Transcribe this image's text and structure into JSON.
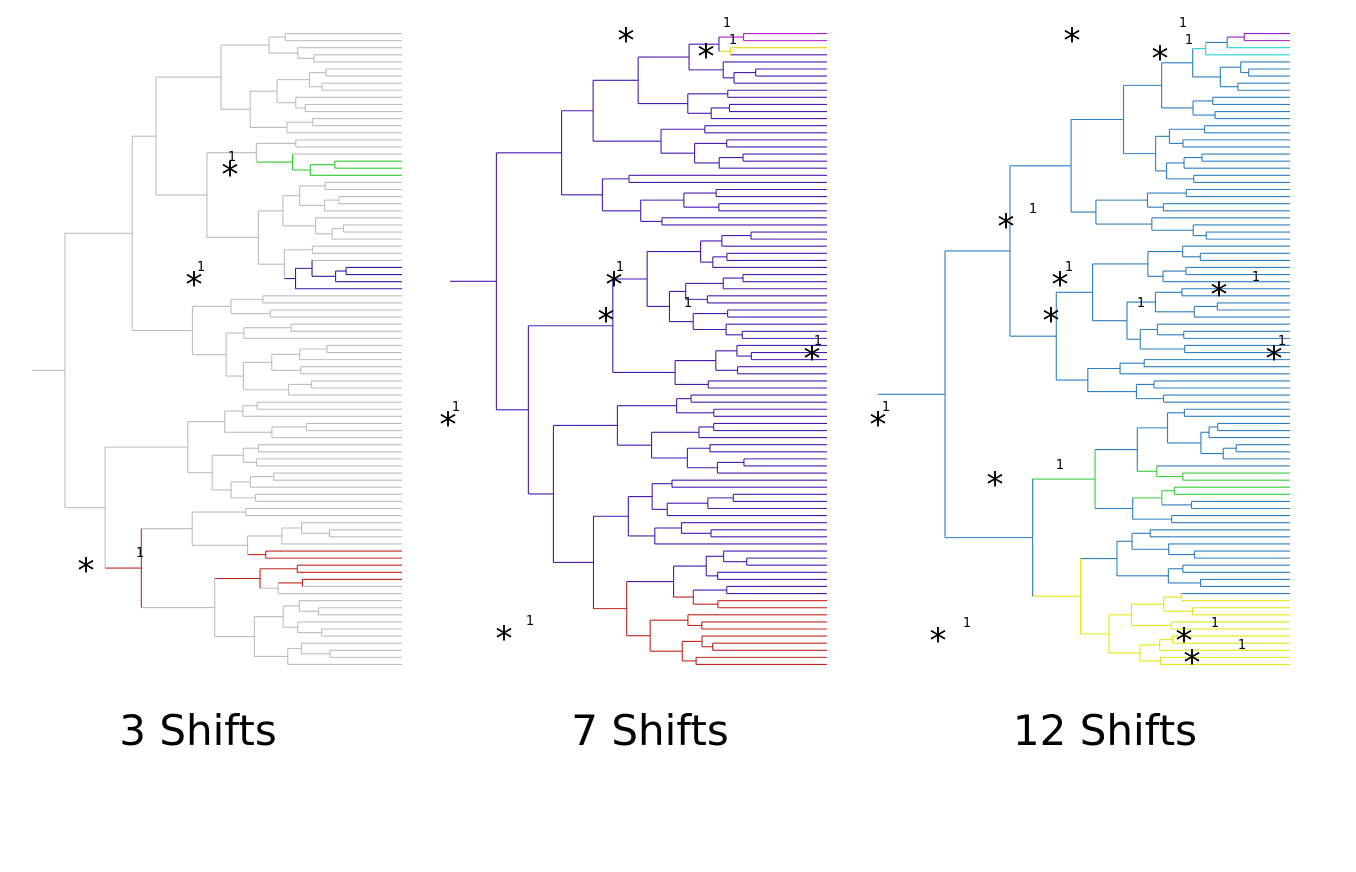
{
  "panels": [
    {
      "caption": "3 Shifts",
      "base_color": "#bdbdbd",
      "shifts": [
        {
          "color": "#2fcc2f",
          "label": "1"
        },
        {
          "color": "#2a1fa0",
          "label": "1"
        },
        {
          "color": "#c0271f",
          "label": "1"
        }
      ]
    },
    {
      "caption": "7 Shifts",
      "base_color": "#4b1ab0",
      "shifts": [
        {
          "color": "#b21cc4",
          "label": "1"
        },
        {
          "color": "#e6d21a",
          "label": "1"
        },
        {
          "color": "#2aa0d8",
          "label": "1"
        },
        {
          "color": "#6fe03a",
          "label": "1"
        },
        {
          "color": "#3820b0",
          "label": "1"
        },
        {
          "color": "#4b1ab0",
          "label": "1"
        },
        {
          "color": "#c0271f",
          "label": "1"
        }
      ]
    },
    {
      "caption": "12 Shifts",
      "base_color": "#2e7fc0",
      "shifts": [
        {
          "color": "#9a1fc0",
          "label": "1"
        },
        {
          "color": "#22d4d4",
          "label": "1"
        },
        {
          "color": "#d6862a",
          "label": "1"
        },
        {
          "color": "#1a1a8a",
          "label": "1"
        },
        {
          "color": "#2fcc2f",
          "label": "1"
        },
        {
          "color": "#cc2acc",
          "label": "1"
        },
        {
          "color": "#1a2a9a",
          "label": "1"
        },
        {
          "color": "#2e7fc0",
          "label": "1"
        },
        {
          "color": "#3ccc3c",
          "label": "1"
        },
        {
          "color": "#e6e61a",
          "label": "1"
        },
        {
          "color": "#c0271f",
          "label": "1"
        },
        {
          "color": "#e6e61a",
          "label": "1"
        }
      ]
    }
  ]
}
